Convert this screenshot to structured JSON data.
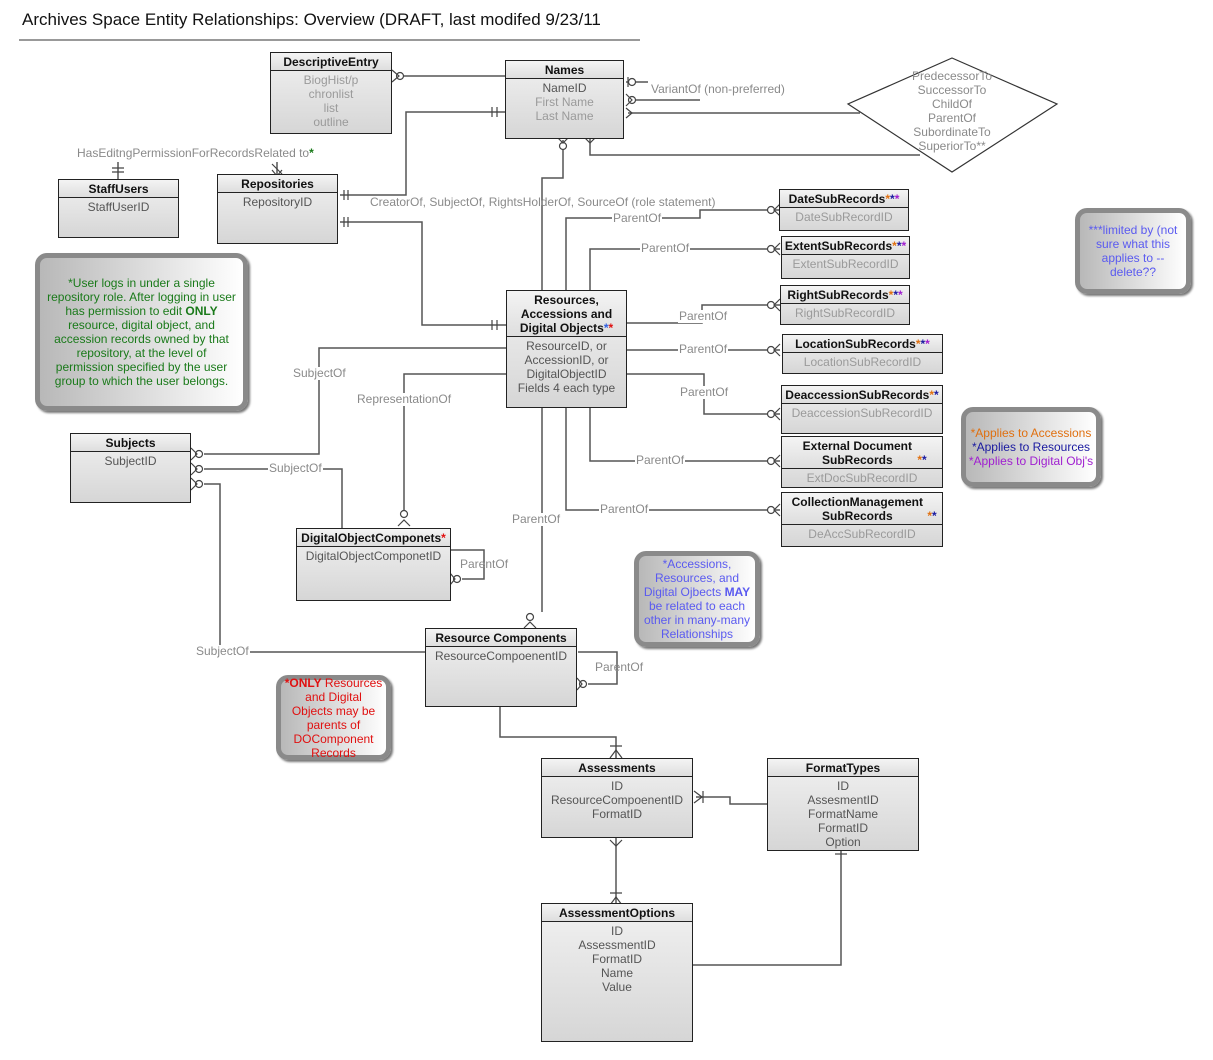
{
  "title": "Archives Space Entity Relationships: Overview (DRAFT, last modifed 9/23/11",
  "entities": {
    "descriptive_entry": {
      "name": "DescriptiveEntry",
      "fields": [
        "BiogHist/p",
        "chronlist",
        "list",
        "outline"
      ]
    },
    "names": {
      "name": "Names",
      "fields": [
        "NameID",
        "First Name",
        "Last Name"
      ]
    },
    "staff_users": {
      "name": "StaffUsers",
      "fields": [
        "StaffUserID"
      ]
    },
    "repositories": {
      "name": "Repositories",
      "fields": [
        "RepositoryID"
      ]
    },
    "resources": {
      "name": "Resources, Accessions and Digital Objects",
      "stars": "**",
      "fields": [
        "ResourceID, or",
        "AccessionID, or",
        "DigitalObjectID",
        "Fields 4 each type"
      ]
    },
    "date_sub": {
      "name": "DateSubRecords",
      "stars": "***",
      "fields": [
        "DateSubRecordID"
      ]
    },
    "extent_sub": {
      "name": "ExtentSubRecords",
      "stars": "***",
      "fields": [
        "ExtentSubRecordID"
      ]
    },
    "right_sub": {
      "name": "RightSubRecords",
      "stars": "***",
      "fields": [
        "RightSubRecordID"
      ]
    },
    "location_sub": {
      "name": "LocationSubRecords",
      "stars": "***",
      "fields": [
        "LocationSubRecordID"
      ]
    },
    "deaccession_sub": {
      "name": "DeaccessionSubRecords",
      "stars": "**",
      "fields": [
        "DeaccessionSubRecordID"
      ]
    },
    "extdoc_sub": {
      "name": "External Document SubRecords",
      "stars": "**",
      "fields": [
        "ExtDocSubRecordID"
      ]
    },
    "collmgmt_sub": {
      "name": "CollectionManagement SubRecords",
      "stars": "**",
      "fields": [
        "DeAccSubRecordID"
      ]
    },
    "subjects": {
      "name": "Subjects",
      "fields": [
        "SubjectID"
      ]
    },
    "do_components": {
      "name": "DigitalObjectComponets",
      "stars": "*",
      "fields": [
        "DigitalObjectComponetID"
      ]
    },
    "resource_components": {
      "name": "Resource Components",
      "fields": [
        "ResourceCompoenentID"
      ]
    },
    "assessments": {
      "name": "Assessments",
      "fields": [
        "ID",
        "ResourceCompoenentID",
        "FormatID"
      ]
    },
    "format_types": {
      "name": "FormatTypes",
      "fields": [
        "ID",
        "AssesmentID",
        "FormatName",
        "FormatID",
        "Option"
      ]
    },
    "assessment_options": {
      "name": "AssessmentOptions",
      "fields": [
        "ID",
        "AssessmentID",
        "FormatID",
        "Name",
        "Value"
      ]
    }
  },
  "relationship_labels": {
    "variant_of": "VariantOf (non-preferred)",
    "has_editing": "HasEditngPermissionForRecordsRelated to",
    "has_editing_star": "*",
    "creator_of": "CreatorOf, SubjectOf, RightsHolderOf, SourceOf (role statement)",
    "parent_of": "ParentOf",
    "subject_of": "SubjectOf",
    "representation_of": "RepresentationOf",
    "name_relations": [
      "PredecessorTo",
      "SuccessorTo",
      "ChildOf",
      "ParentOf",
      "SubordinateTo",
      "SuperiorTo**"
    ]
  },
  "notes": {
    "user_login": {
      "prefix": "*User logs in under a single repository role.  After logging in user has permission to edit ",
      "bold": "ONLY",
      "suffix": " resource, digital object, and accession records owned by that repository, at the level of permission specified by the user group to which the user belongs."
    },
    "limited_by": "***limited by  (not sure what this applies to --delete??",
    "applies_to": [
      "*Applies to Accessions",
      "*Applies to Resources",
      "*Applies to Digital Obj's"
    ],
    "may_relate": {
      "prefix": "*Accessions, Resources, and Digital Ojbects ",
      "bold": "MAY",
      "suffix": " be related to each other in many-many Relationships"
    },
    "only_parents": {
      "bold": "*ONLY",
      "suffix": " Resources and Digital Objects may be parents of DOComponent Records"
    }
  },
  "colors": {
    "accessions": "#e07010",
    "resources": "#1a1aa0",
    "digital_objects": "#a020d0",
    "required": "#e01010",
    "note_green": "#1a7a1a",
    "note_blue": "#5a5af0"
  }
}
